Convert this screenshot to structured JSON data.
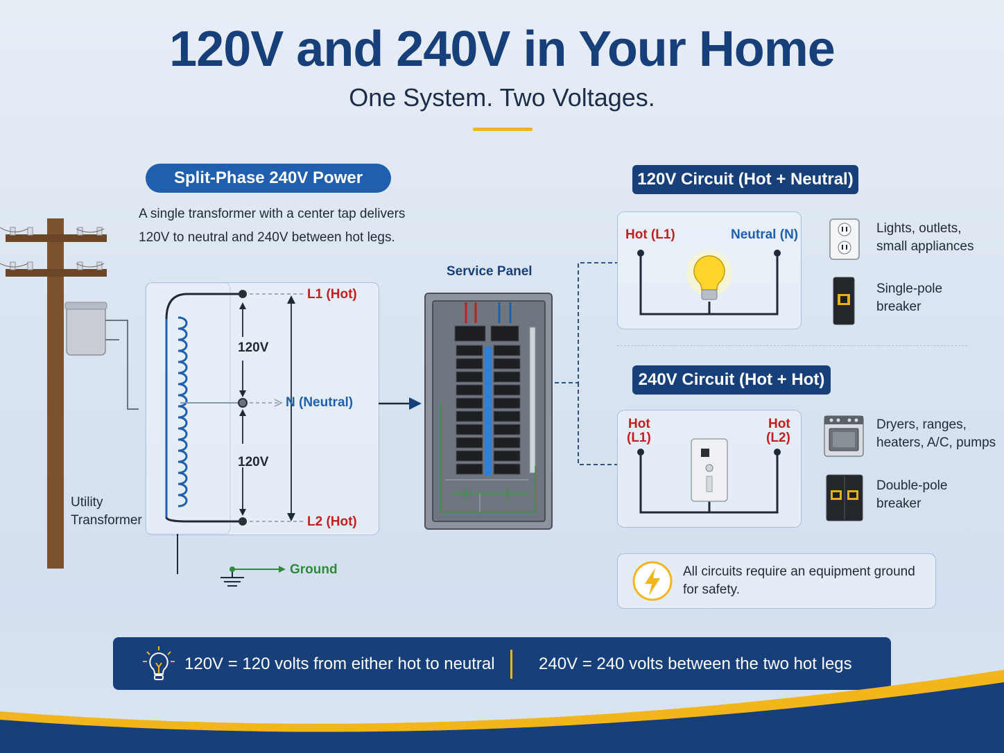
{
  "header": {
    "title": "120V and 240V in Your Home",
    "subtitle": "One System. Two Voltages."
  },
  "split_phase": {
    "pill": "Split-Phase 240V Power",
    "desc_line1": "A single transformer with a center tap delivers",
    "desc_line2": "120V to neutral and 240V between hot legs.",
    "l1_label": "L1 (Hot)",
    "l2_label": "L2 (Hot)",
    "neutral_label": "N (Neutral)",
    "upper_voltage": "120V",
    "lower_voltage": "120V",
    "transformer_line1": "Utility",
    "transformer_line2": "Transformer",
    "ground_label": "Ground"
  },
  "panel": {
    "label": "Service Panel"
  },
  "circuit_120": {
    "pill": "120V Circuit (Hot + Neutral)",
    "hot_label": "Hot (L1)",
    "neutral_label": "Neutral (N)",
    "uses_line1": "Lights, outlets,",
    "uses_line2": "small appliances",
    "breaker_line1": "Single-pole",
    "breaker_line2": "breaker"
  },
  "circuit_240": {
    "pill": "240V Circuit (Hot + Hot)",
    "hot1_line1": "Hot",
    "hot1_line2": "(L1)",
    "hot2_line1": "Hot",
    "hot2_line2": "(L2)",
    "uses_line1": "Dryers, ranges,",
    "uses_line2": "heaters, A/C, pumps",
    "breaker_line1": "Double-pole",
    "breaker_line2": "breaker"
  },
  "ground_note": {
    "line1": "All circuits require an equipment ground",
    "line2": "for safety."
  },
  "summary": {
    "left": "120V = 120 volts from either hot to neutral",
    "right": "240V = 240 volts between the two hot legs"
  },
  "colors": {
    "navy": "#173f7a",
    "blue": "#1f5fae",
    "hot_red": "#c0201f",
    "ground_green": "#2f8a3a",
    "accent_yellow": "#f2b51c"
  }
}
